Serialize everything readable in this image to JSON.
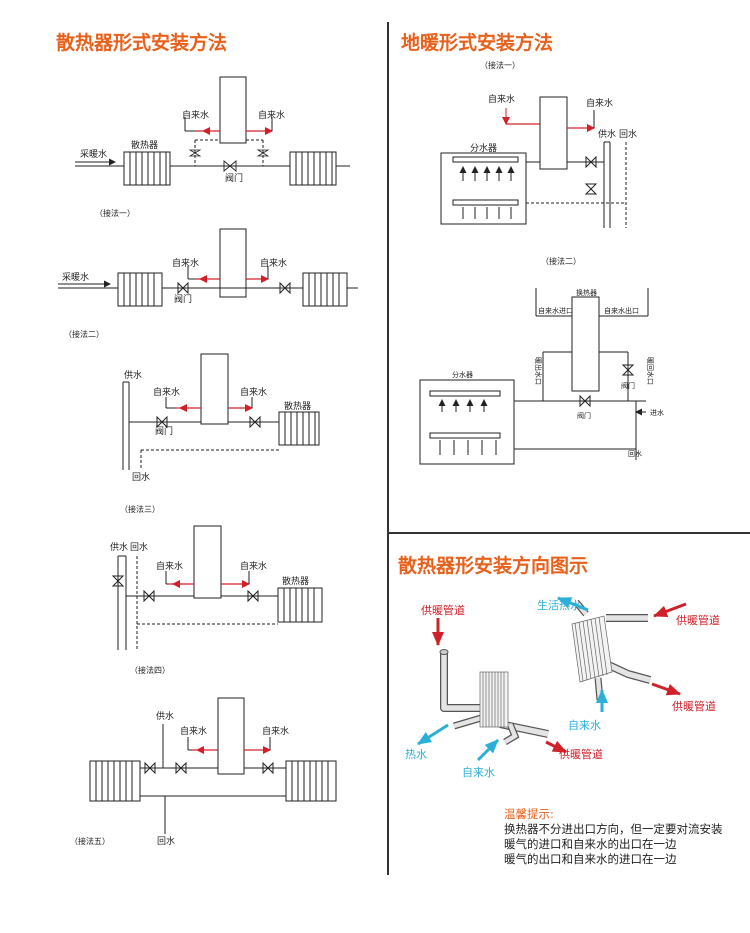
{
  "titles": {
    "radiator": "散热器形式安装方法",
    "floor": "地暖形式安装方法",
    "direction": "散热器形安装方向图示"
  },
  "labels": {
    "tap_water": "自来水",
    "heating_water": "采暖水",
    "radiator": "散热器",
    "valve": "阀门",
    "supply": "供水",
    "return": "回水",
    "manifold": "分水器",
    "hex": "换热器",
    "tap_inlet": "自来水进口",
    "tap_outlet": "自来水出口",
    "heat_outlet": "暖出水口",
    "heat_return": "暖回水口",
    "inlet_water": "进水"
  },
  "methods": [
    "（接法一）",
    "（接法二）",
    "（接法三）",
    "（接法四）",
    "（接法五）"
  ],
  "floor_methods": [
    "（接法一）",
    "（接法二）"
  ],
  "direction_labels": {
    "heating_pipe": "供暖管道",
    "domestic_hot": "生活热水",
    "hot_water": "热水",
    "tap_water": "自来水"
  },
  "tip": {
    "heading": "温馨提示:",
    "lines": [
      "换热器不分进出口方向，但一定要对流安装",
      "暖气的进口和自来水的出口在一边",
      "暖气的出口和自来水的进口在一边"
    ]
  },
  "colors": {
    "accent": "#e8611c",
    "arrow_red": "#d0202a",
    "arrow_cyan": "#2ab0d8"
  }
}
